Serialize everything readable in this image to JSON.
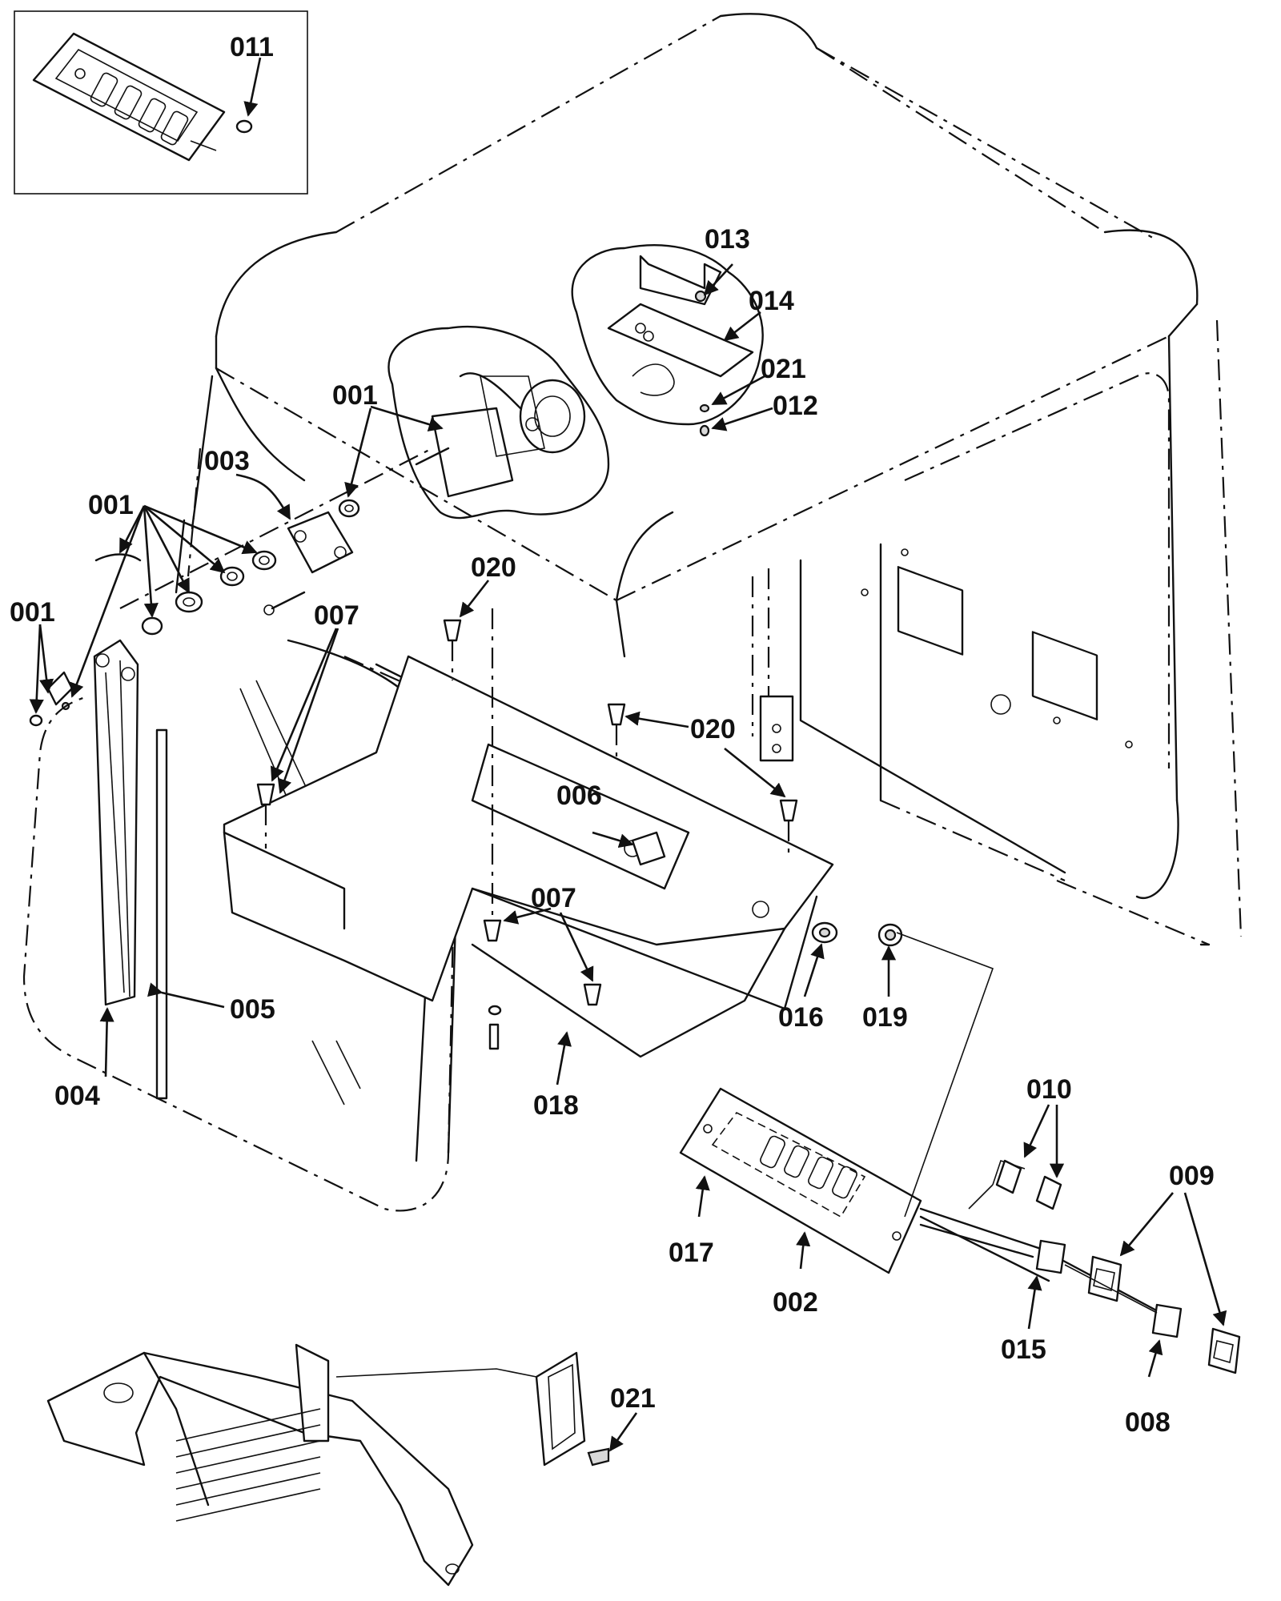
{
  "callouts": {
    "c001_top": "001",
    "c001_mid": "001",
    "c001_left": "001",
    "c002": "002",
    "c003": "003",
    "c004": "004",
    "c005": "005",
    "c006": "006",
    "c007_left": "007",
    "c007_mid": "007",
    "c008": "008",
    "c009": "009",
    "c010": "010",
    "c011": "011",
    "c012": "012",
    "c013": "013",
    "c014": "014",
    "c015": "015",
    "c016": "016",
    "c017": "017",
    "c018": "018",
    "c019": "019",
    "c020_left": "020",
    "c020_right": "020",
    "c021_top": "021",
    "c021_bottom": "021"
  }
}
